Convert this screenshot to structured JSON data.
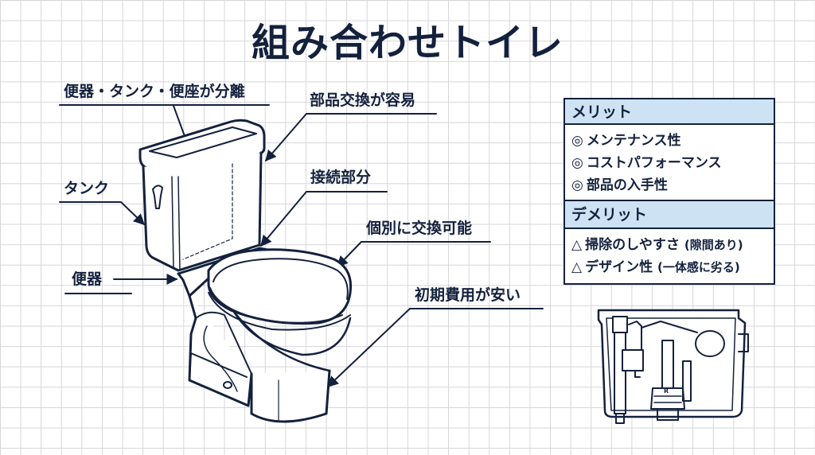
{
  "title": "組み合わせトイレ",
  "callouts": {
    "separate_parts": "便器・タンク・便座が分離",
    "easy_replacement": "部品交換が容易",
    "tank": "タンク",
    "connection": "接続部分",
    "bowl": "便器",
    "individually_replaceable": "個別に交換可能",
    "low_initial_cost": "初期費用が安い"
  },
  "merits": {
    "header": "メリット",
    "mark": "◎",
    "items": [
      "メンテナンス性",
      "コストパフォーマンス",
      "部品の入手性"
    ]
  },
  "demerits": {
    "header": "デメリット",
    "mark": "△",
    "items": [
      {
        "text": "掃除のしやすさ",
        "note": "(隙間あり)"
      },
      {
        "text": "デザイン性",
        "note": "(一体感に劣る)"
      }
    ]
  },
  "colors": {
    "ink": "#14213d",
    "header_fill": "#cde3f4",
    "grid": "#d6d6da",
    "background": "#ffffff"
  }
}
